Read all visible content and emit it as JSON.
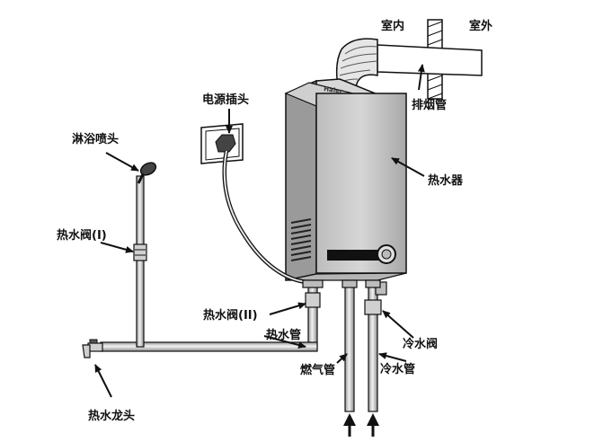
{
  "labels": {
    "indoor": "室内",
    "outdoor": "室外",
    "flue_pipe": "排烟管",
    "power_plug": "电源插头",
    "water_heater": "热水器",
    "shower_head": "淋浴喷头",
    "hot_valve_1": "热水阀(I)",
    "hot_valve_2": "热水阀(II)",
    "hot_water_pipe": "热水管",
    "cold_water_valve": "冷水阀",
    "gas_pipe": "燃气管",
    "cold_water_pipe": "冷水管",
    "hot_water_faucet": "热水龙头"
  },
  "brand": "Haier",
  "colors": {
    "line": "#111111",
    "pipe_fill": "#dcdcdc",
    "heater_body": "#c4c4c4",
    "heater_side": "#9a9a9a"
  }
}
